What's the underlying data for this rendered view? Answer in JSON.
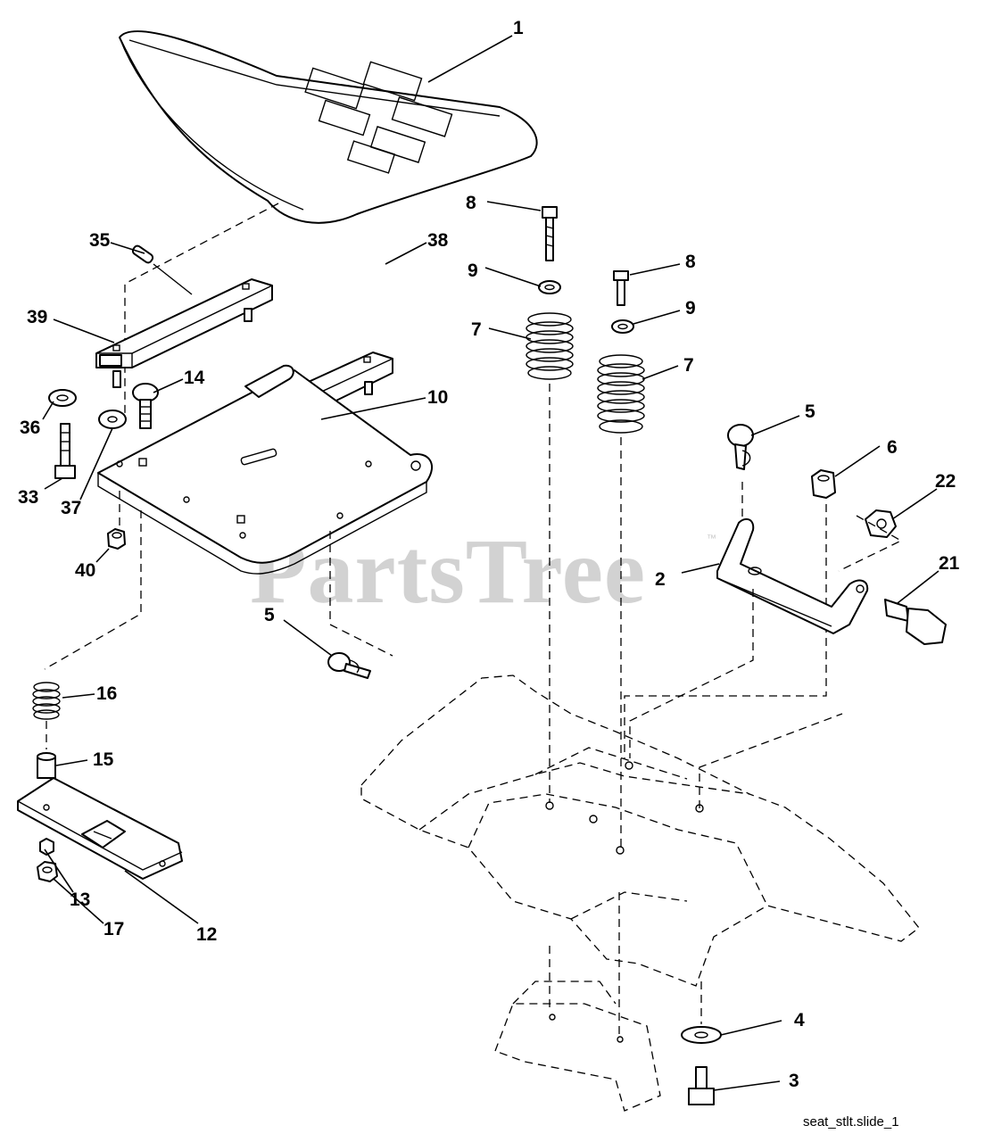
{
  "watermark": {
    "text": "PartsTree",
    "trademark": "™"
  },
  "slide_label": "seat_stlt.slide_1",
  "callouts": {
    "c1": "1",
    "c2": "2",
    "c3": "3",
    "c4": "4",
    "c5a": "5",
    "c5b": "5",
    "c6": "6",
    "c7a": "7",
    "c7b": "7",
    "c8a": "8",
    "c8b": "8",
    "c9a": "9",
    "c9b": "9",
    "c10": "10",
    "c12": "12",
    "c13": "13",
    "c14": "14",
    "c15": "15",
    "c16": "16",
    "c17": "17",
    "c21": "21",
    "c22": "22",
    "c33": "33",
    "c35": "35",
    "c36": "36",
    "c37": "37",
    "c38": "38",
    "c39": "39",
    "c40": "40"
  },
  "parts": [
    {
      "id": "1",
      "name": "seat"
    },
    {
      "id": "2",
      "name": "bracket"
    },
    {
      "id": "3",
      "name": "bolt"
    },
    {
      "id": "4",
      "name": "washer"
    },
    {
      "id": "5",
      "name": "clip"
    },
    {
      "id": "6",
      "name": "nut"
    },
    {
      "id": "7",
      "name": "spring"
    },
    {
      "id": "8",
      "name": "bolt"
    },
    {
      "id": "9",
      "name": "washer"
    },
    {
      "id": "10",
      "name": "seat pan"
    },
    {
      "id": "12",
      "name": "plate"
    },
    {
      "id": "13",
      "name": "spacer"
    },
    {
      "id": "14",
      "name": "bolt"
    },
    {
      "id": "15",
      "name": "bushing"
    },
    {
      "id": "16",
      "name": "spring"
    },
    {
      "id": "17",
      "name": "nut"
    },
    {
      "id": "21",
      "name": "knob"
    },
    {
      "id": "22",
      "name": "nut"
    },
    {
      "id": "33",
      "name": "bolt"
    },
    {
      "id": "35",
      "name": "pin"
    },
    {
      "id": "36",
      "name": "washer"
    },
    {
      "id": "37",
      "name": "washer"
    },
    {
      "id": "38",
      "name": "slide rail"
    },
    {
      "id": "39",
      "name": "slide rail"
    },
    {
      "id": "40",
      "name": "nut"
    }
  ]
}
